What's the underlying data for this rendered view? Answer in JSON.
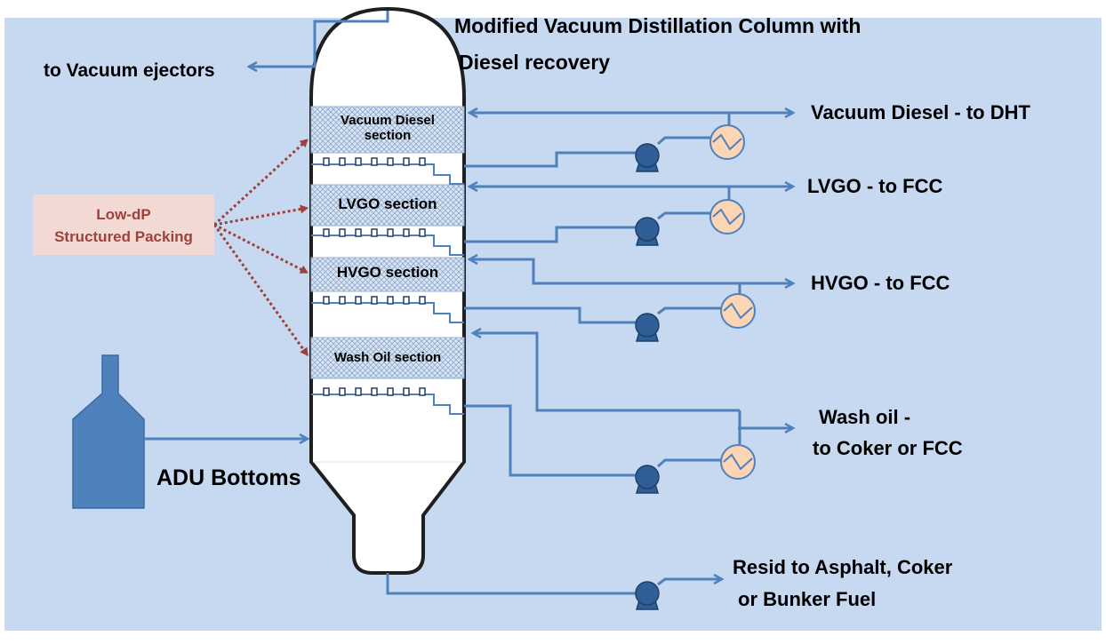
{
  "title": {
    "line1": "Modified Vacuum Distillation Column with",
    "line2": "Diesel recovery"
  },
  "labels": {
    "vacuum_ejectors": "to Vacuum ejectors",
    "adu_bottoms": "ADU Bottoms",
    "packing_line1": "Low-dP",
    "packing_line2": "Structured Packing"
  },
  "sections": {
    "vacuum_diesel_line1": "Vacuum Diesel",
    "vacuum_diesel_line2": "section",
    "lvgo": "LVGO section",
    "hvgo": "HVGO section",
    "wash_oil": "Wash Oil section"
  },
  "outputs": {
    "vacuum_diesel": "Vacuum Diesel - to DHT",
    "lvgo": "LVGO - to FCC",
    "hvgo": "HVGO - to FCC",
    "wash_oil_line1": "Wash oil -",
    "wash_oil_line2": "to Coker or FCC",
    "resid_line1": "Resid to Asphalt, Coker",
    "resid_line2": "or Bunker Fuel"
  },
  "colors": {
    "background": "#c6d9f0",
    "pipe": "#4f81bd",
    "pump": "#2f5f96",
    "exchanger_fill": "#fcd5b5",
    "packing_hatch": "#95b3d7",
    "packing_arrow": "#a0403a",
    "packing_label_bg": "#f3d9d3"
  }
}
